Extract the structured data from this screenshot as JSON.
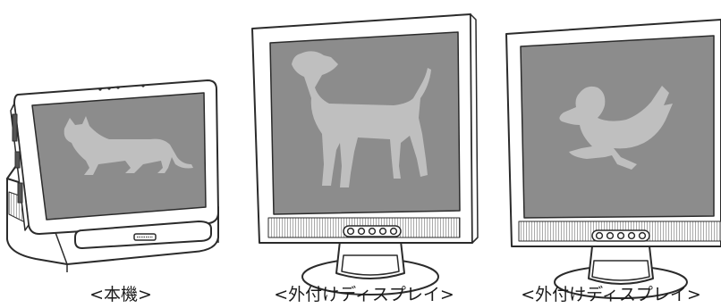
{
  "captions": {
    "tablet": "<本機>",
    "monitor1": "<外付けディスプレイ>",
    "monitor2": "<外付けディスプレイ>"
  },
  "screens": {
    "tablet": {
      "silhouette": "cat-silhouette"
    },
    "monitor1": {
      "silhouette": "dog-silhouette"
    },
    "monitor2": {
      "silhouette": "duck-silhouette"
    }
  },
  "colors": {
    "screen": "#8c8c8c",
    "silhouette": "#bfbfbf",
    "outline": "#2b2b2b",
    "bezel": "#ffffff"
  }
}
